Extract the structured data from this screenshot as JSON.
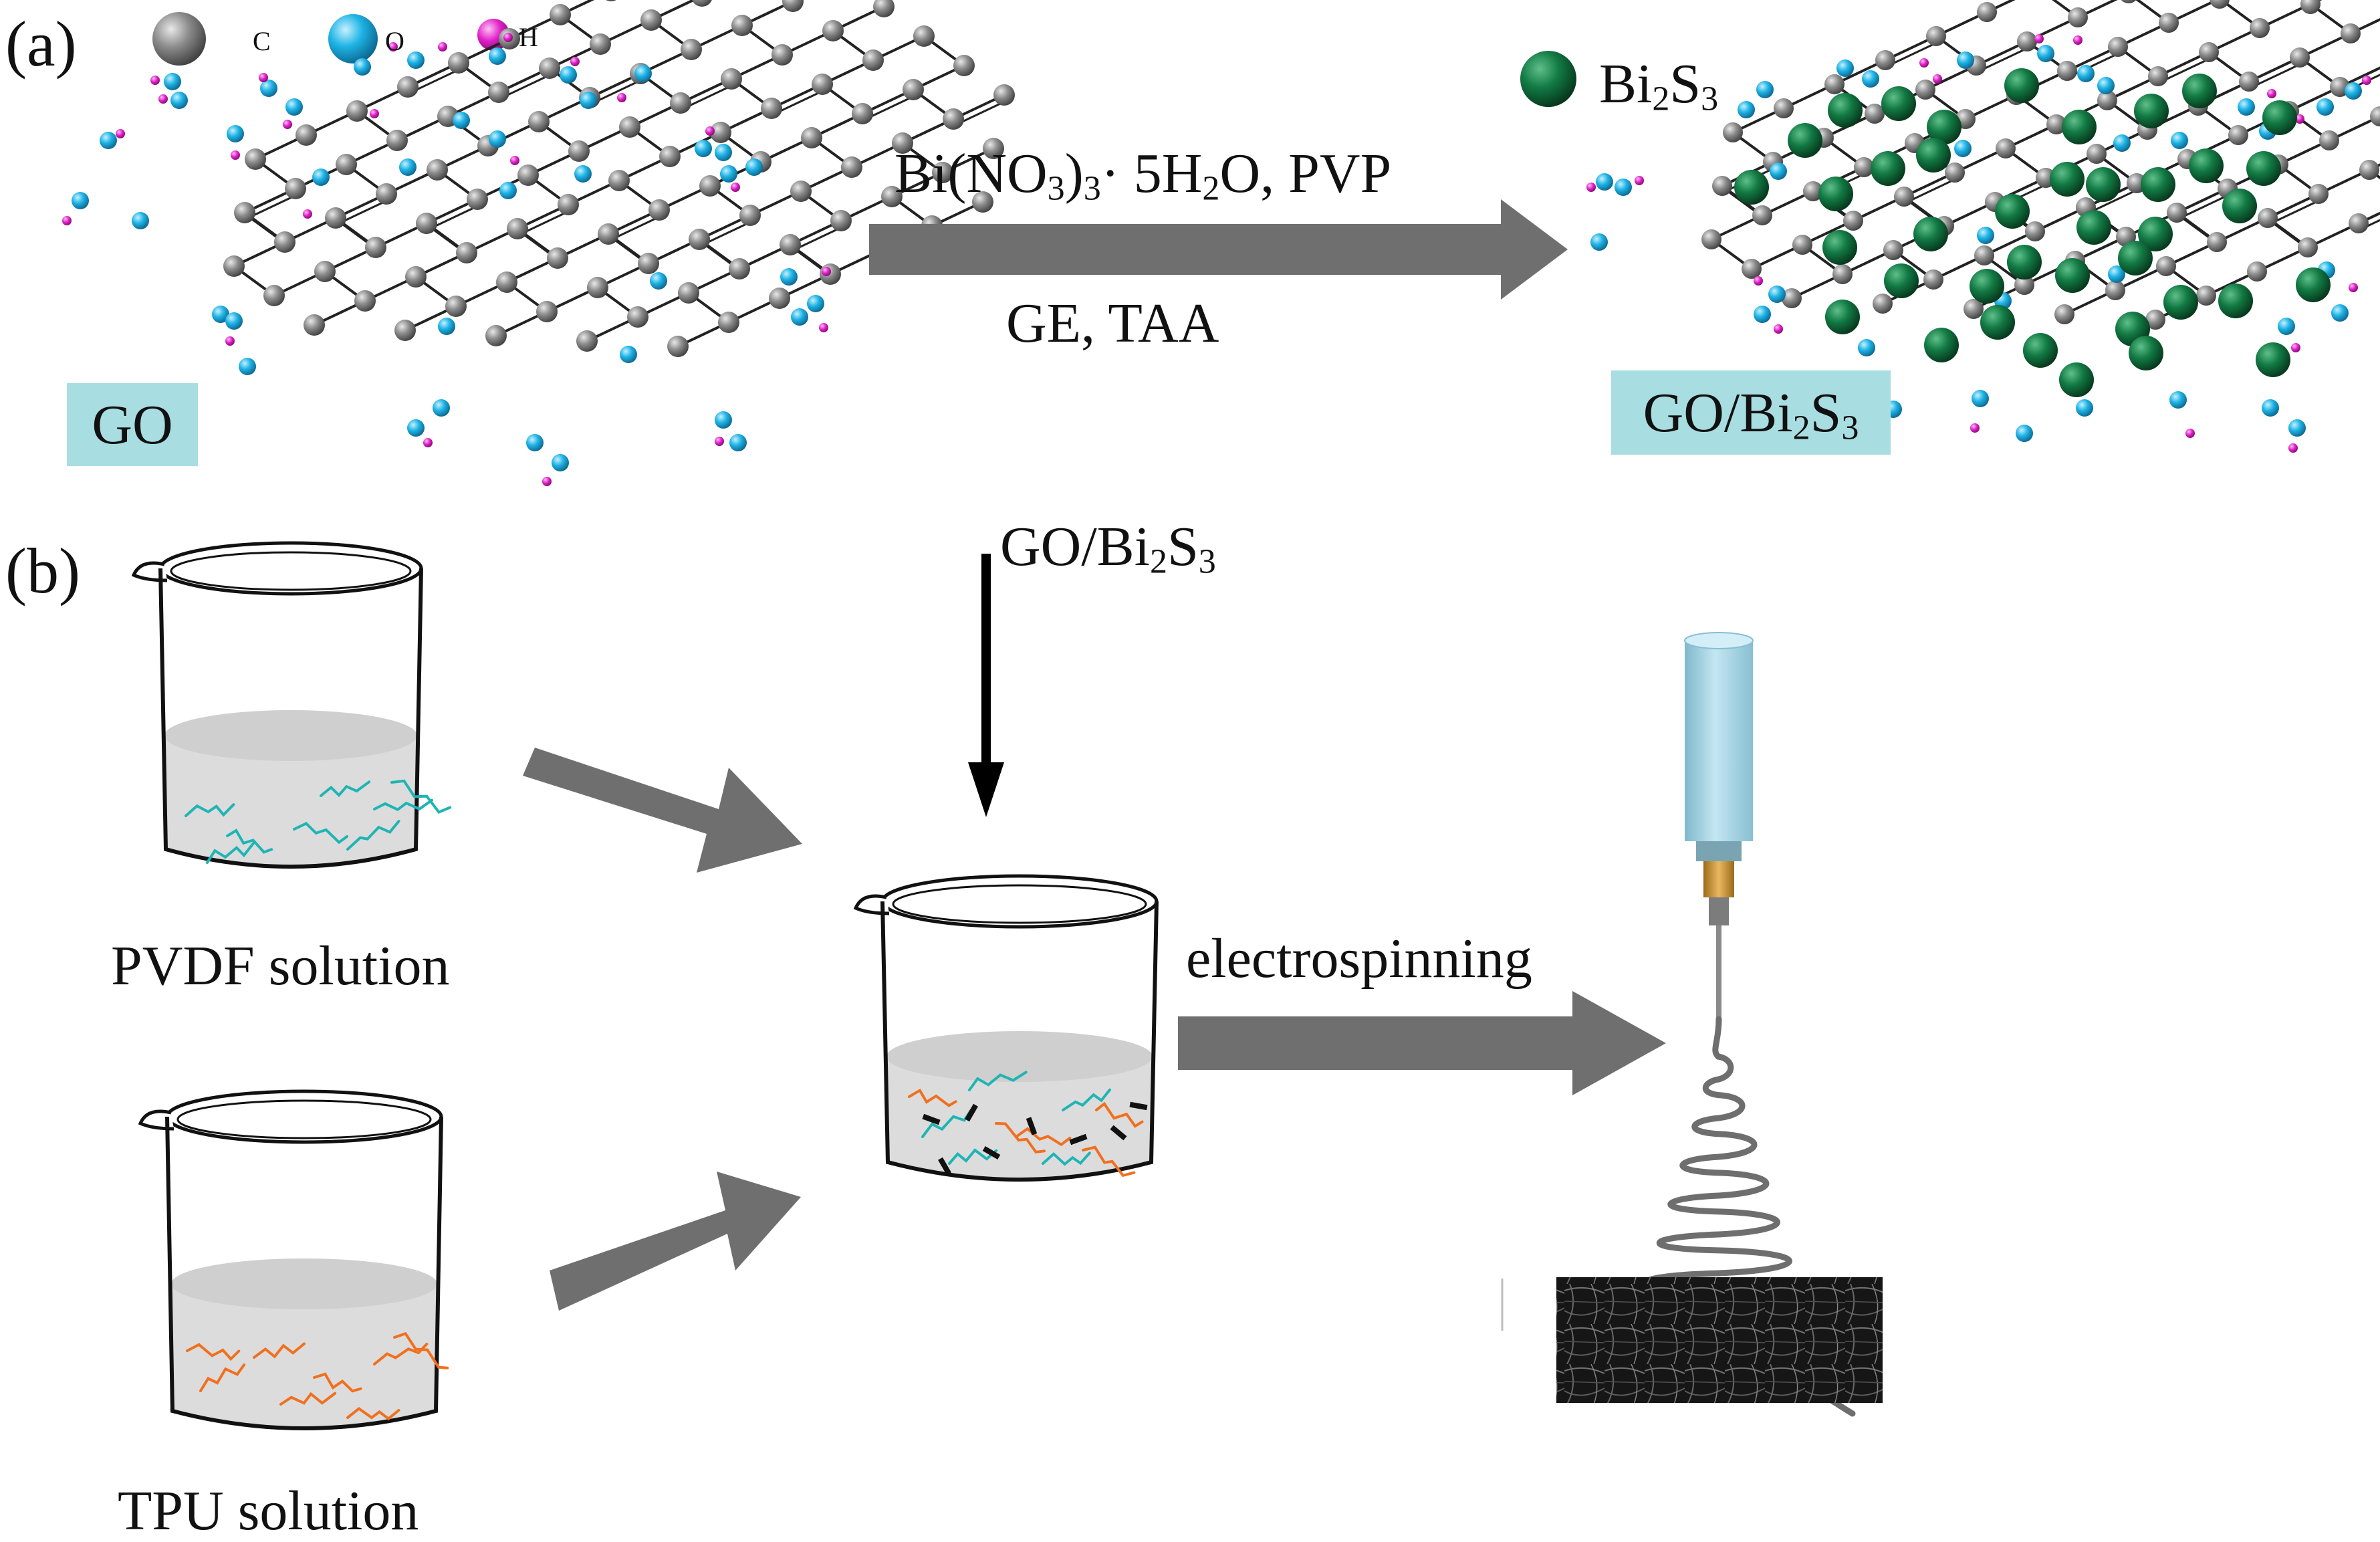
{
  "panel_a": {
    "label": "(a)",
    "legend": [
      {
        "symbol": "C",
        "color": "#7a7a7a",
        "name": "carbon-legend"
      },
      {
        "symbol": "O",
        "color": "#1eb4e6",
        "name": "oxygen-legend"
      },
      {
        "symbol": "H",
        "color": "#e020c8",
        "name": "hydrogen-legend"
      }
    ],
    "go_label": "GO",
    "reagents_top": {
      "a": "Bi(NO",
      "a_sub": "3",
      "b": ")",
      "b_sub": "3",
      "c": "· 5H",
      "c_sub": "2",
      "d": "O, PVP"
    },
    "reagents_bottom": "GE,  TAA",
    "bi2s3_legend": {
      "a": "Bi",
      "a_sub": "2",
      "b": "S",
      "b_sub": "3",
      "color": "#0d5a32"
    },
    "product_label": {
      "a": "GO/Bi",
      "a_sub": "2",
      "b": "S",
      "b_sub": "3"
    }
  },
  "panel_b": {
    "label": "(b)",
    "pvdf_label": "PVDF solution",
    "tpu_label": "TPU solution",
    "additive_label": {
      "a": "GO/Bi",
      "a_sub": "2",
      "b": "S",
      "b_sub": "3"
    },
    "process_label": "electrospinning"
  },
  "colors": {
    "arrow_gray": "#6f6f6f",
    "pvdf_fiber": "#20b4b4",
    "tpu_fiber": "#f07020",
    "tag_bg": "#a8dde2",
    "syringe": "#a8d8e8",
    "nozzle": "#d8a040",
    "membrane": "#2a2a2a"
  }
}
